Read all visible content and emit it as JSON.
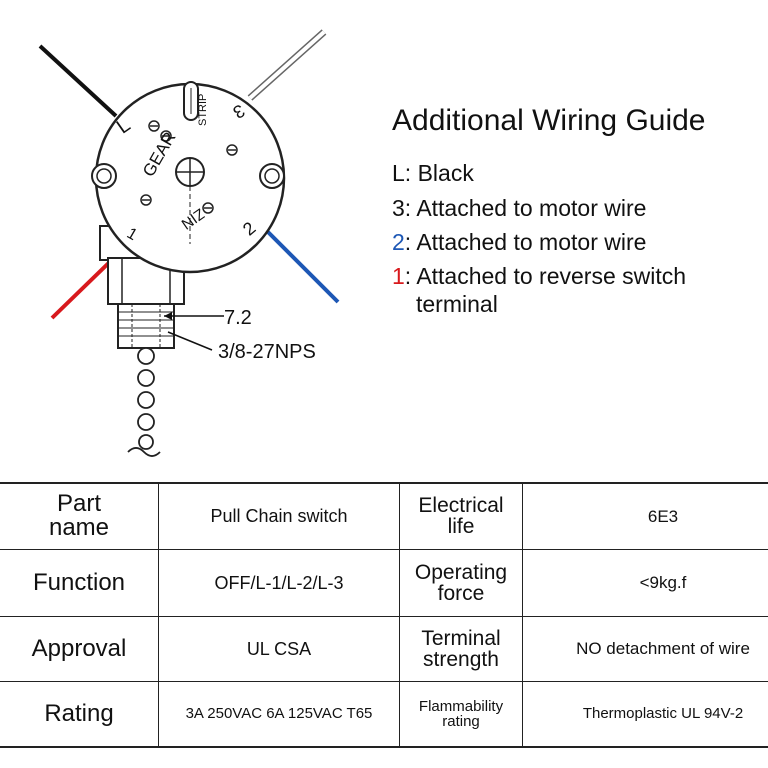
{
  "title": "Additional Wiring Guide",
  "colors": {
    "black_wire": "#111111",
    "gray_wire": "#888888",
    "blue_wire": "#1d57b5",
    "red_wire": "#d8191d",
    "key_blue": "#1d57b5",
    "key_red": "#d8191d"
  },
  "legend": [
    {
      "key": "L",
      "sep": ": ",
      "text": "Black",
      "key_color": "#111111"
    },
    {
      "key": "3",
      "sep": ": ",
      "text": "Attached to motor wire",
      "key_color": "#111111"
    },
    {
      "key": "2",
      "sep": ": ",
      "text": "Attached to motor wire",
      "key_color": "#1d57b5"
    },
    {
      "key": "1",
      "sep": ": ",
      "text": "Attached to reverse switch",
      "key_color": "#d8191d",
      "continuation": "terminal"
    }
  ],
  "diagram": {
    "labels": {
      "terminal_l": "L",
      "terminal_3": "3",
      "terminal_2": "2",
      "terminal_1": "1",
      "strip": "STRIP",
      "gear": "GEAR",
      "zin": "ZIN",
      "dimension_7_2": "7.2",
      "thread_spec": "3/8-27NPS"
    }
  },
  "spec_table": {
    "rows": [
      {
        "label": "Part name",
        "value": "Pull Chain switch",
        "label2": "Electrical life",
        "value2": "6E3"
      },
      {
        "label": "Function",
        "value": "OFF/L-1/L-2/L-3",
        "label2": "Operating force",
        "value2": "<9kg.f"
      },
      {
        "label": "Approval",
        "value": "UL CSA",
        "label2": "Terminal strength",
        "value2": "NO detachment of wire"
      },
      {
        "label": "Rating",
        "value": "3A 250VAC 6A 125VAC T65",
        "label2": "Flammability rating",
        "value2": "Thermoplastic UL 94V-2"
      }
    ]
  }
}
